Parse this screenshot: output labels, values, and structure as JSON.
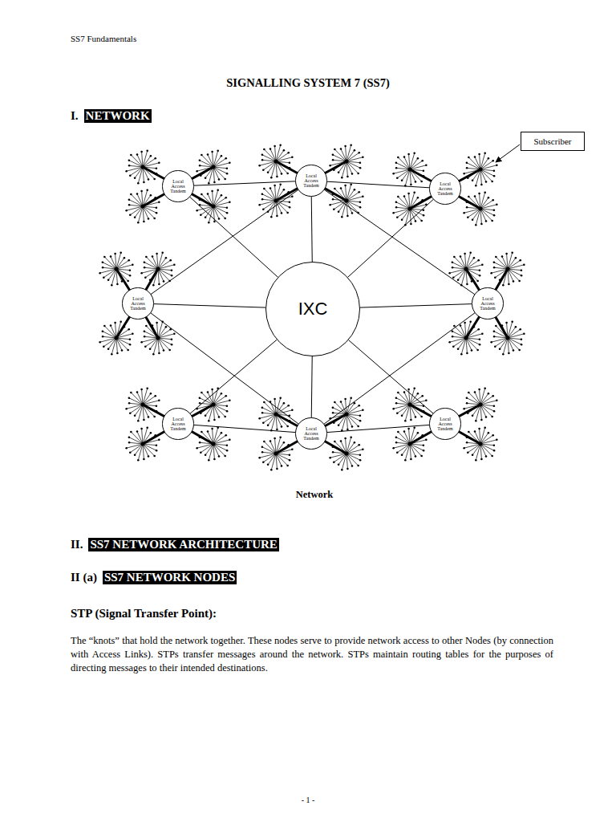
{
  "diagram": {
    "title": "SIGNALLING SYSTEM 7 (SS7)",
    "caption": "Network",
    "nodes": [
      {
        "text": [
          "Subscriber"
        ]
      },
      {
        "text": [
          "Local Access Tandem"
        ]
      },
      {
        "text": [
          "Local Access Tandem"
        ]
      },
      {
        "text": [
          "Local Access Tandem"
        ]
      },
      {
        "text": [
          "Local Access Tandem"
        ]
      },
      {
        "text": [
          "IXC"
        ]
      },
      {
        "text": [
          "Local Access Tandem"
        ]
      },
      {
        "text": [
          "Local Access Tandem"
        ]
      },
      {
        "text": [
          "Local Access Tandem"
        ]
      },
      {
        "text": [
          "Local Access Tandem"
        ]
      }
    ],
    "edges": [
      {
        "from": 1,
        "to": 2,
        "arrow": "none"
      },
      {
        "from": 2,
        "to": 3,
        "arrow": "none"
      },
      {
        "from": 1,
        "to": 5,
        "arrow": "none"
      },
      {
        "from": 2,
        "to": 5,
        "arrow": "none"
      },
      {
        "from": 3,
        "to": 5,
        "arrow": "none"
      },
      {
        "from": 2,
        "to": 4,
        "arrow": "none"
      },
      {
        "from": 2,
        "to": 6,
        "arrow": "none"
      },
      {
        "from": 4,
        "to": 5,
        "arrow": "none"
      },
      {
        "from": 5,
        "to": 6,
        "arrow": "none"
      },
      {
        "from": 8,
        "to": 4,
        "arrow": "none"
      },
      {
        "from": 8,
        "to": 6,
        "arrow": "none"
      },
      {
        "from": 7,
        "to": 5,
        "arrow": "none"
      },
      {
        "from": 8,
        "to": 5,
        "arrow": "none"
      },
      {
        "from": 9,
        "to": 5,
        "arrow": "none"
      },
      {
        "from": 7,
        "to": 8,
        "arrow": "none"
      },
      {
        "from": 8,
        "to": 9,
        "arrow": "none"
      }
    ],
    "labels": [
      "SS7 Fundamentals",
      "I.",
      "NETWORK",
      "II.",
      "SS7 NETWORK ARCHITECTURE",
      "II (a)",
      "SS7 NETWORK NODES",
      "STP (Signal Transfer Point):",
      "The “knots” that hold the network together. These nodes serve to provide network access to other Nodes (by connection with Access Links). STPs transfer messages around the network. STPs maintain routing tables for the purposes of directing messages to their intended destinations.",
      "- 1 -"
    ]
  }
}
